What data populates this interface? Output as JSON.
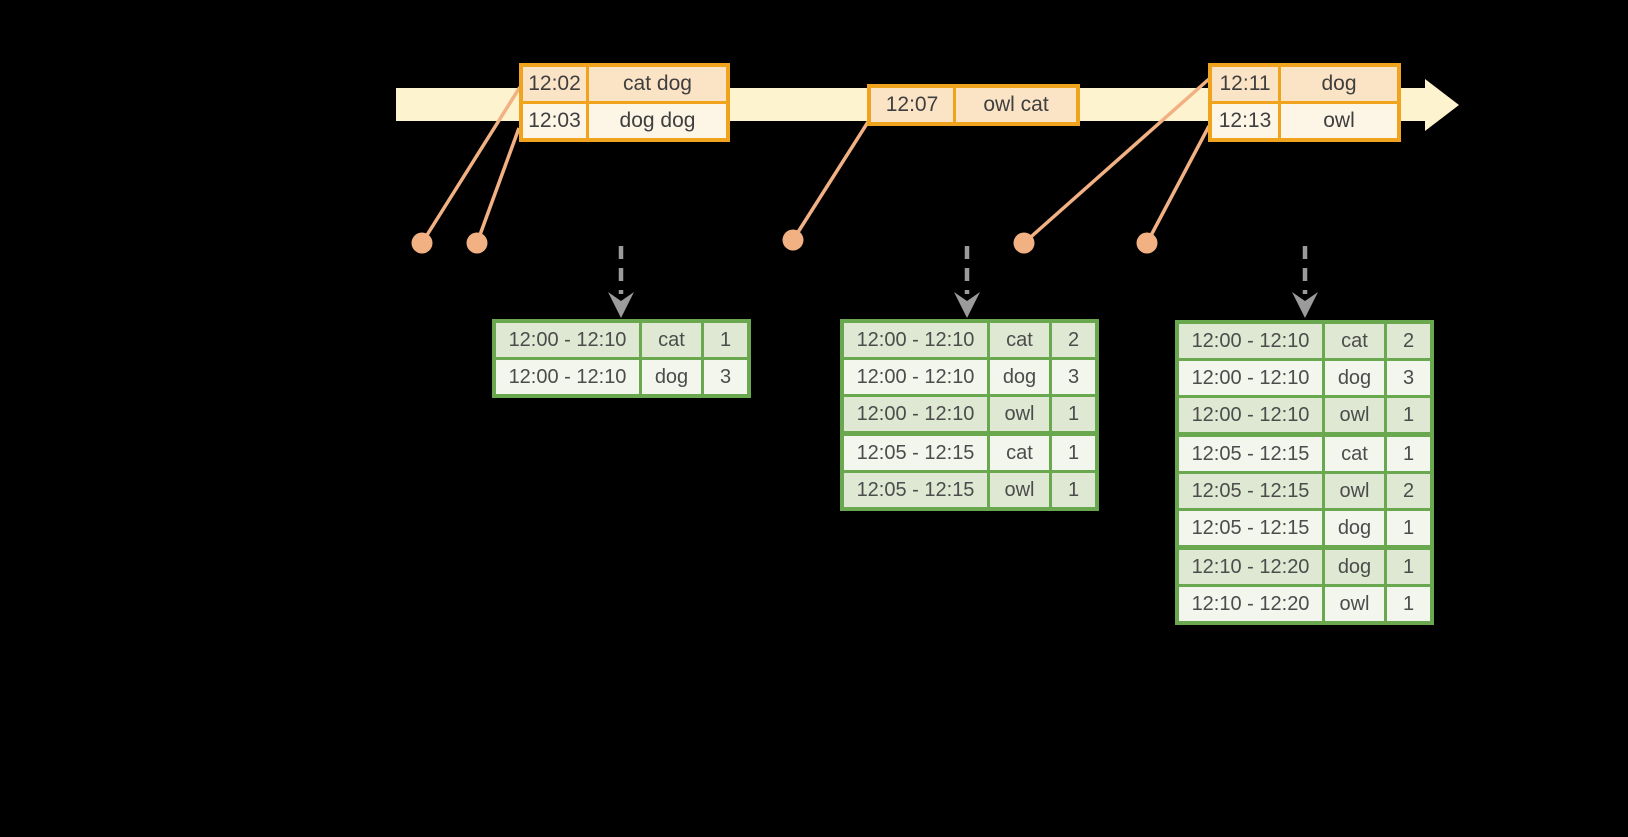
{
  "colors": {
    "background": "#000000",
    "timeline_band": "#FDF3CE",
    "event_border": "#F0A41E",
    "event_row_dark": "#FBE4C6",
    "event_row_light": "#FDF5E6",
    "event_text": "#3F3F3F",
    "marker_salmon": "#F2B183",
    "trigger_gray": "#9B9B9B",
    "table_border": "#6AA84F",
    "table_row_green": "#DEE8D2",
    "table_row_white": "#F2F6ED",
    "table_text": "#4C4C4C"
  },
  "timeline": {
    "event_groups": [
      {
        "rows": [
          {
            "time": "12:02",
            "words": "cat dog"
          },
          {
            "time": "12:03",
            "words": "dog dog"
          }
        ]
      },
      {
        "rows": [
          {
            "time": "12:07",
            "words": "owl cat"
          }
        ]
      },
      {
        "rows": [
          {
            "time": "12:11",
            "words": "dog"
          },
          {
            "time": "12:13",
            "words": "owl"
          }
        ]
      }
    ]
  },
  "result_tables": [
    {
      "groups": [
        [
          {
            "window": "12:00 - 12:10",
            "word": "cat",
            "count": 1
          },
          {
            "window": "12:00 - 12:10",
            "word": "dog",
            "count": 3
          }
        ]
      ]
    },
    {
      "groups": [
        [
          {
            "window": "12:00 - 12:10",
            "word": "cat",
            "count": 2
          },
          {
            "window": "12:00 - 12:10",
            "word": "dog",
            "count": 3
          },
          {
            "window": "12:00 - 12:10",
            "word": "owl",
            "count": 1
          }
        ],
        [
          {
            "window": "12:05 - 12:15",
            "word": "cat",
            "count": 1
          },
          {
            "window": "12:05 - 12:15",
            "word": "owl",
            "count": 1
          }
        ]
      ]
    },
    {
      "groups": [
        [
          {
            "window": "12:00 - 12:10",
            "word": "cat",
            "count": 2
          },
          {
            "window": "12:00 - 12:10",
            "word": "dog",
            "count": 3
          },
          {
            "window": "12:00 - 12:10",
            "word": "owl",
            "count": 1
          }
        ],
        [
          {
            "window": "12:05 - 12:15",
            "word": "cat",
            "count": 1
          },
          {
            "window": "12:05 - 12:15",
            "word": "owl",
            "count": 2
          },
          {
            "window": "12:05 - 12:15",
            "word": "dog",
            "count": 1
          }
        ],
        [
          {
            "window": "12:10 - 12:20",
            "word": "dog",
            "count": 1
          },
          {
            "window": "12:10 - 12:20",
            "word": "owl",
            "count": 1
          }
        ]
      ]
    }
  ]
}
